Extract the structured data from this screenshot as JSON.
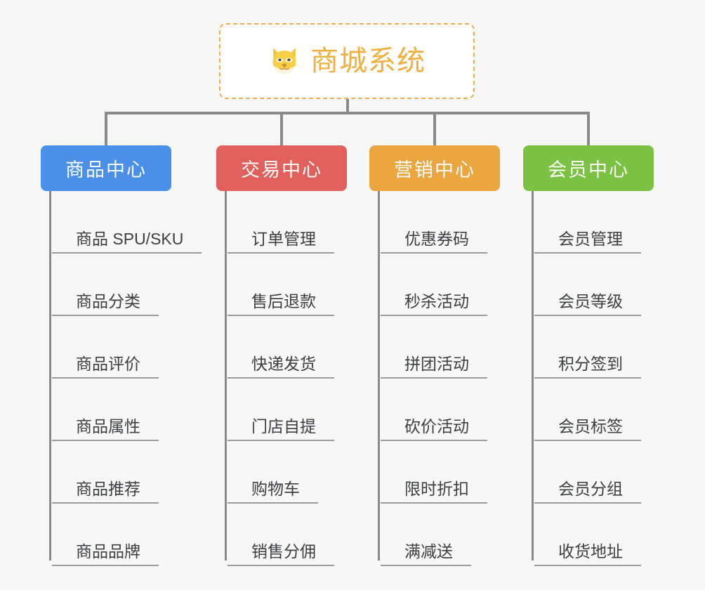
{
  "page": {
    "background_color": "#f7f7f7",
    "connector_color": "#8a8a8a"
  },
  "root": {
    "title": "商城系统",
    "icon": "shiba-dog-face-icon",
    "border_color": "#eeae4b",
    "text_color": "#f0b040",
    "background_color": "#ffffff"
  },
  "columns": [
    {
      "id": "product-center",
      "label": "商品中心",
      "color": "#4a90e8",
      "items": [
        "商品 SPU/SKU",
        "商品分类",
        "商品评价",
        "商品属性",
        "商品推荐",
        "商品品牌"
      ]
    },
    {
      "id": "trade-center",
      "label": "交易中心",
      "color": "#e2605c",
      "items": [
        "订单管理",
        "售后退款",
        "快递发货",
        "门店自提",
        "购物车",
        "销售分佣"
      ]
    },
    {
      "id": "marketing-center",
      "label": "营销中心",
      "color": "#eba63f",
      "items": [
        "优惠券码",
        "秒杀活动",
        "拼团活动",
        "砍价活动",
        "限时折扣",
        "满减送"
      ]
    },
    {
      "id": "member-center",
      "label": "会员中心",
      "color": "#7cc242",
      "items": [
        "会员管理",
        "会员等级",
        "积分签到",
        "会员标签",
        "会员分组",
        "收货地址"
      ]
    }
  ]
}
